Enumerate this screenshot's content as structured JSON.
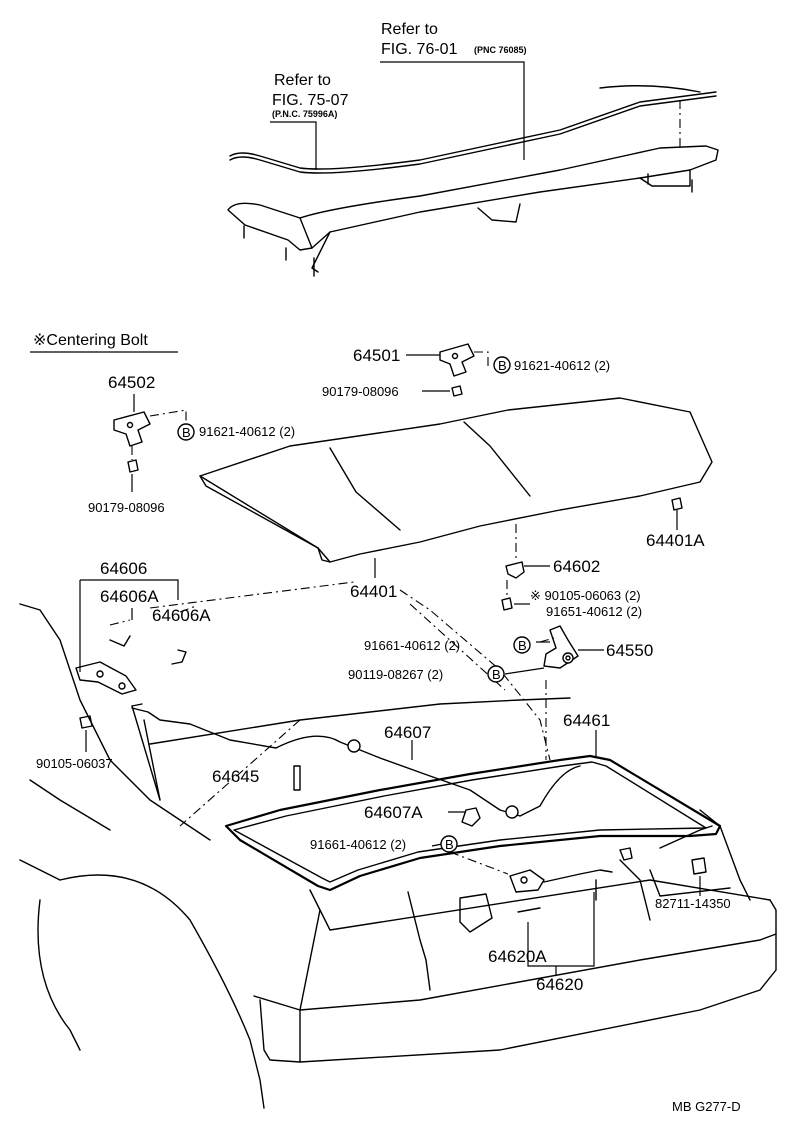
{
  "references": {
    "ref1_line1": "Refer to",
    "ref1_line2": "FIG. 76-01",
    "ref1_pnc": "(PNC 76085)",
    "ref2_line1": "Refer to",
    "ref2_line2": "FIG. 75-07",
    "ref2_pnc": "(P.N.C. 75996A)"
  },
  "legend": {
    "centering_bolt": "※Centering Bolt"
  },
  "bolt_symbol": "B",
  "parts": {
    "p64501": "64501",
    "p91621_a": "91621-40612 (2)",
    "p90179_a": "90179-08096",
    "p64502": "64502",
    "p91621_b": "91621-40612 (2)",
    "p90179_b": "90179-08096",
    "p64401A": "64401A",
    "p64606": "64606",
    "p64606A_1": "64606A",
    "p64606A_2": "64606A",
    "p64401": "64401",
    "p64602": "64602",
    "p90105_06063": "※ 90105-06063 (2)",
    "p91651": "91651-40612 (2)",
    "p91661_a": "91661-40612 (2)",
    "p64550": "64550",
    "p90119": "90119-08267 (2)",
    "p64461": "64461",
    "p64607": "64607",
    "p90105_06037": "90105-06037",
    "p64645": "64645",
    "p64607A": "64607A",
    "p91661_b": "91661-40612 (2)",
    "p82711": "82711-14350",
    "p64620A": "64620A",
    "p64620": "64620"
  },
  "footer": {
    "code": "MB  G277-D"
  }
}
